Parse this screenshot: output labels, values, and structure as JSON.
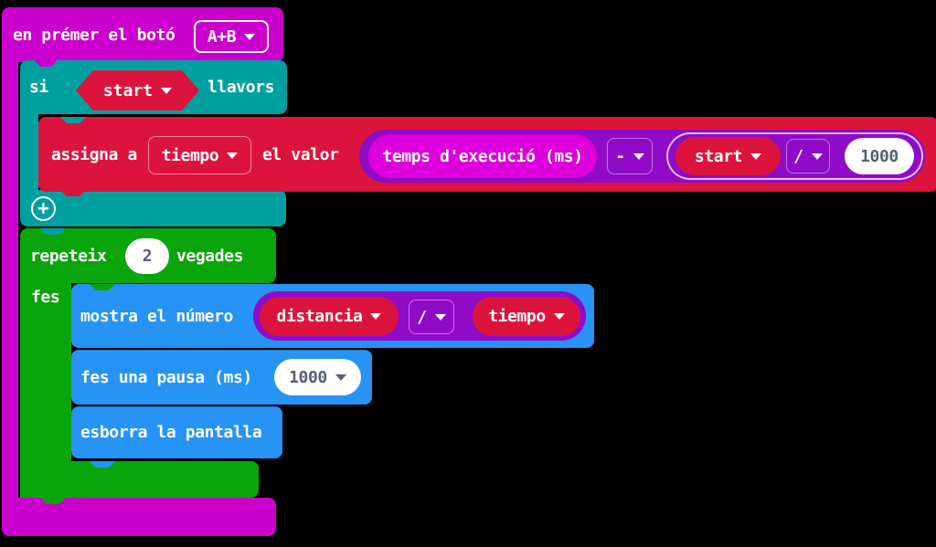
{
  "colors": {
    "canvas_bg": "#000000",
    "magenta": "#cc00cc",
    "magenta_bright": "#dd00dd",
    "teal": "#00a0a0",
    "crimson": "#dc143c",
    "purple": "#8f0bc8",
    "blue": "#2693f5",
    "green": "#0aa50a",
    "number_text": "#575e75",
    "white": "#ffffff"
  },
  "blocks": {
    "on_button_pressed": {
      "label": "en prémer el botó",
      "button": "A+B"
    },
    "if_block": {
      "if_label": "si",
      "condition_var": "start",
      "then_label": "llavors",
      "expand_icon": "+"
    },
    "set_variable": {
      "set_label": "assigna a",
      "variable": "tiempo",
      "to_label": "el valor"
    },
    "runtime_expr": {
      "left_operand": "temps d'execució (ms)",
      "operator": "-"
    },
    "division_expr": {
      "left_operand": "start",
      "operator": "/",
      "right_operand": "1000"
    },
    "repeat_loop": {
      "repeat_label": "repeteix",
      "count": "2",
      "times_label": "vegades",
      "do_label": "fes"
    },
    "show_number": {
      "label": "mostra el número"
    },
    "show_expr": {
      "left_operand": "distancia",
      "operator": "/",
      "right_operand": "tiempo"
    },
    "pause": {
      "label": "fes una pausa (ms)",
      "duration": "1000"
    },
    "clear_screen": {
      "label": "esborra la pantalla"
    }
  }
}
